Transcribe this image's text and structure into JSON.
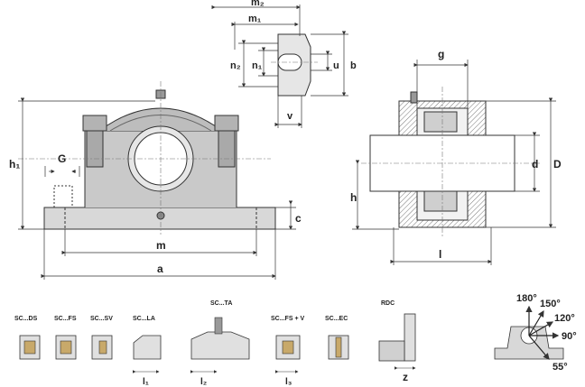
{
  "dimensions": {
    "m2": "m₂",
    "m1": "m₁",
    "n2": "n₂",
    "n1": "n₁",
    "u": "u",
    "b": "b",
    "v": "v",
    "h1": "h₁",
    "G": "G",
    "c": "c",
    "m": "m",
    "a": "a",
    "g": "g",
    "d": "d",
    "D": "D",
    "h": "h",
    "l": "l"
  },
  "variants": [
    {
      "label": "SC...DS"
    },
    {
      "label": "SC...FS"
    },
    {
      "label": "SC...SV"
    },
    {
      "label": "SC...LA",
      "dim": "l₁"
    },
    {
      "label": "SC...TA",
      "dim": "l₂"
    },
    {
      "label": "SC...FS + V",
      "dim": "l₃"
    },
    {
      "label": "SC...EC"
    },
    {
      "label": "RDC",
      "dim": "z"
    }
  ],
  "angles": [
    "180°",
    "150°",
    "120°",
    "90°",
    "55°"
  ]
}
